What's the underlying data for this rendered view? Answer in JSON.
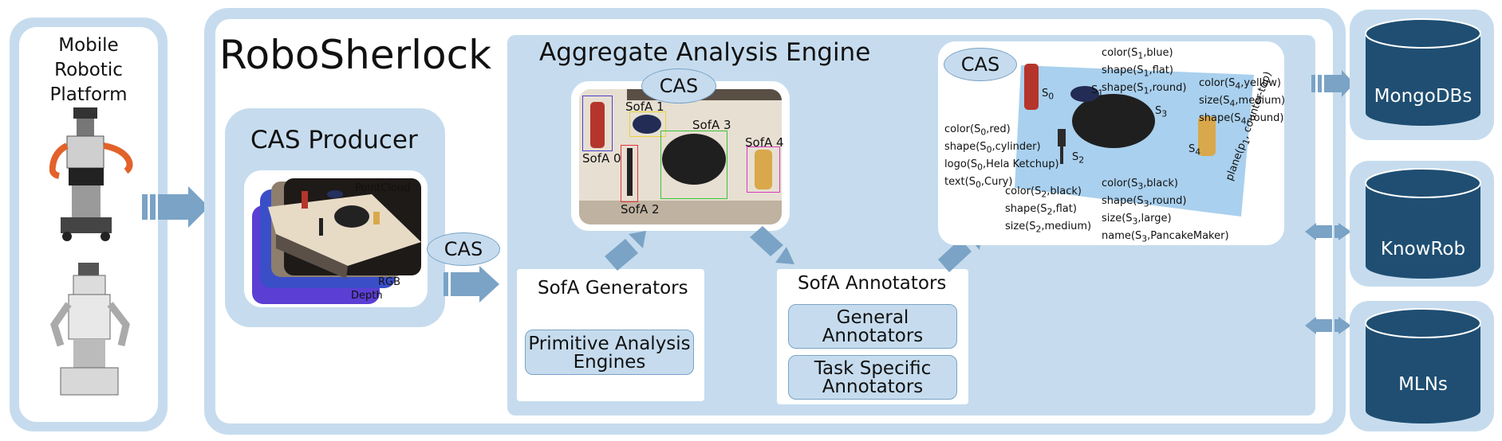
{
  "platform": {
    "title_lines": [
      "Mobile",
      "Robotic",
      "Platform"
    ]
  },
  "main": {
    "title": "RoboSherlock"
  },
  "cas_producer": {
    "title": "CAS Producer",
    "layers": {
      "pointcloud": "PointCloud",
      "rgb": "RGB",
      "depth": "Depth"
    }
  },
  "cas_label": "CAS",
  "aae": {
    "title": "Aggregate Analysis Engine",
    "sofa_labels": [
      "SofA 0",
      "SofA 1",
      "SofA 2",
      "SofA 3",
      "SofA 4"
    ],
    "generators": {
      "title": "SofA Generators",
      "items": [
        "Primitive Analysis Engines"
      ]
    },
    "annotators": {
      "title": "SofA Annotators",
      "items": [
        "General Annotators",
        "Task Specific Annotators"
      ]
    }
  },
  "scene": {
    "objects": [
      "S0",
      "S1",
      "S2",
      "S3",
      "S4"
    ],
    "annotations": {
      "s0": [
        "color(S0,red)",
        "shape(S0,cylinder)",
        "logo(S0,Hela Ketchup)",
        "text(S0,Cury)"
      ],
      "s1": [
        "color(S1,blue)",
        "shape(S1,flat)",
        "shape(S1,round)"
      ],
      "s2": [
        "color(S2,black)",
        "shape(S2,flat)",
        "size(S2,medium)"
      ],
      "s3": [
        "color(S3,black)",
        "shape(S3,round)",
        "size(S3,large)",
        "name(S3,PancakeMaker)"
      ],
      "s4": [
        "color(S4,yellow)",
        "size(S4,medium)",
        "shape(S4,round)"
      ],
      "plane": "plane(p1, counter-top)"
    }
  },
  "databases": [
    "MongoDBs",
    "KnowRob",
    "MLNs"
  ],
  "colors": {
    "dark": "#1f4e72",
    "light": "#c6dcee",
    "medium": "#7aa3c6",
    "table": "#a9d0ee"
  }
}
